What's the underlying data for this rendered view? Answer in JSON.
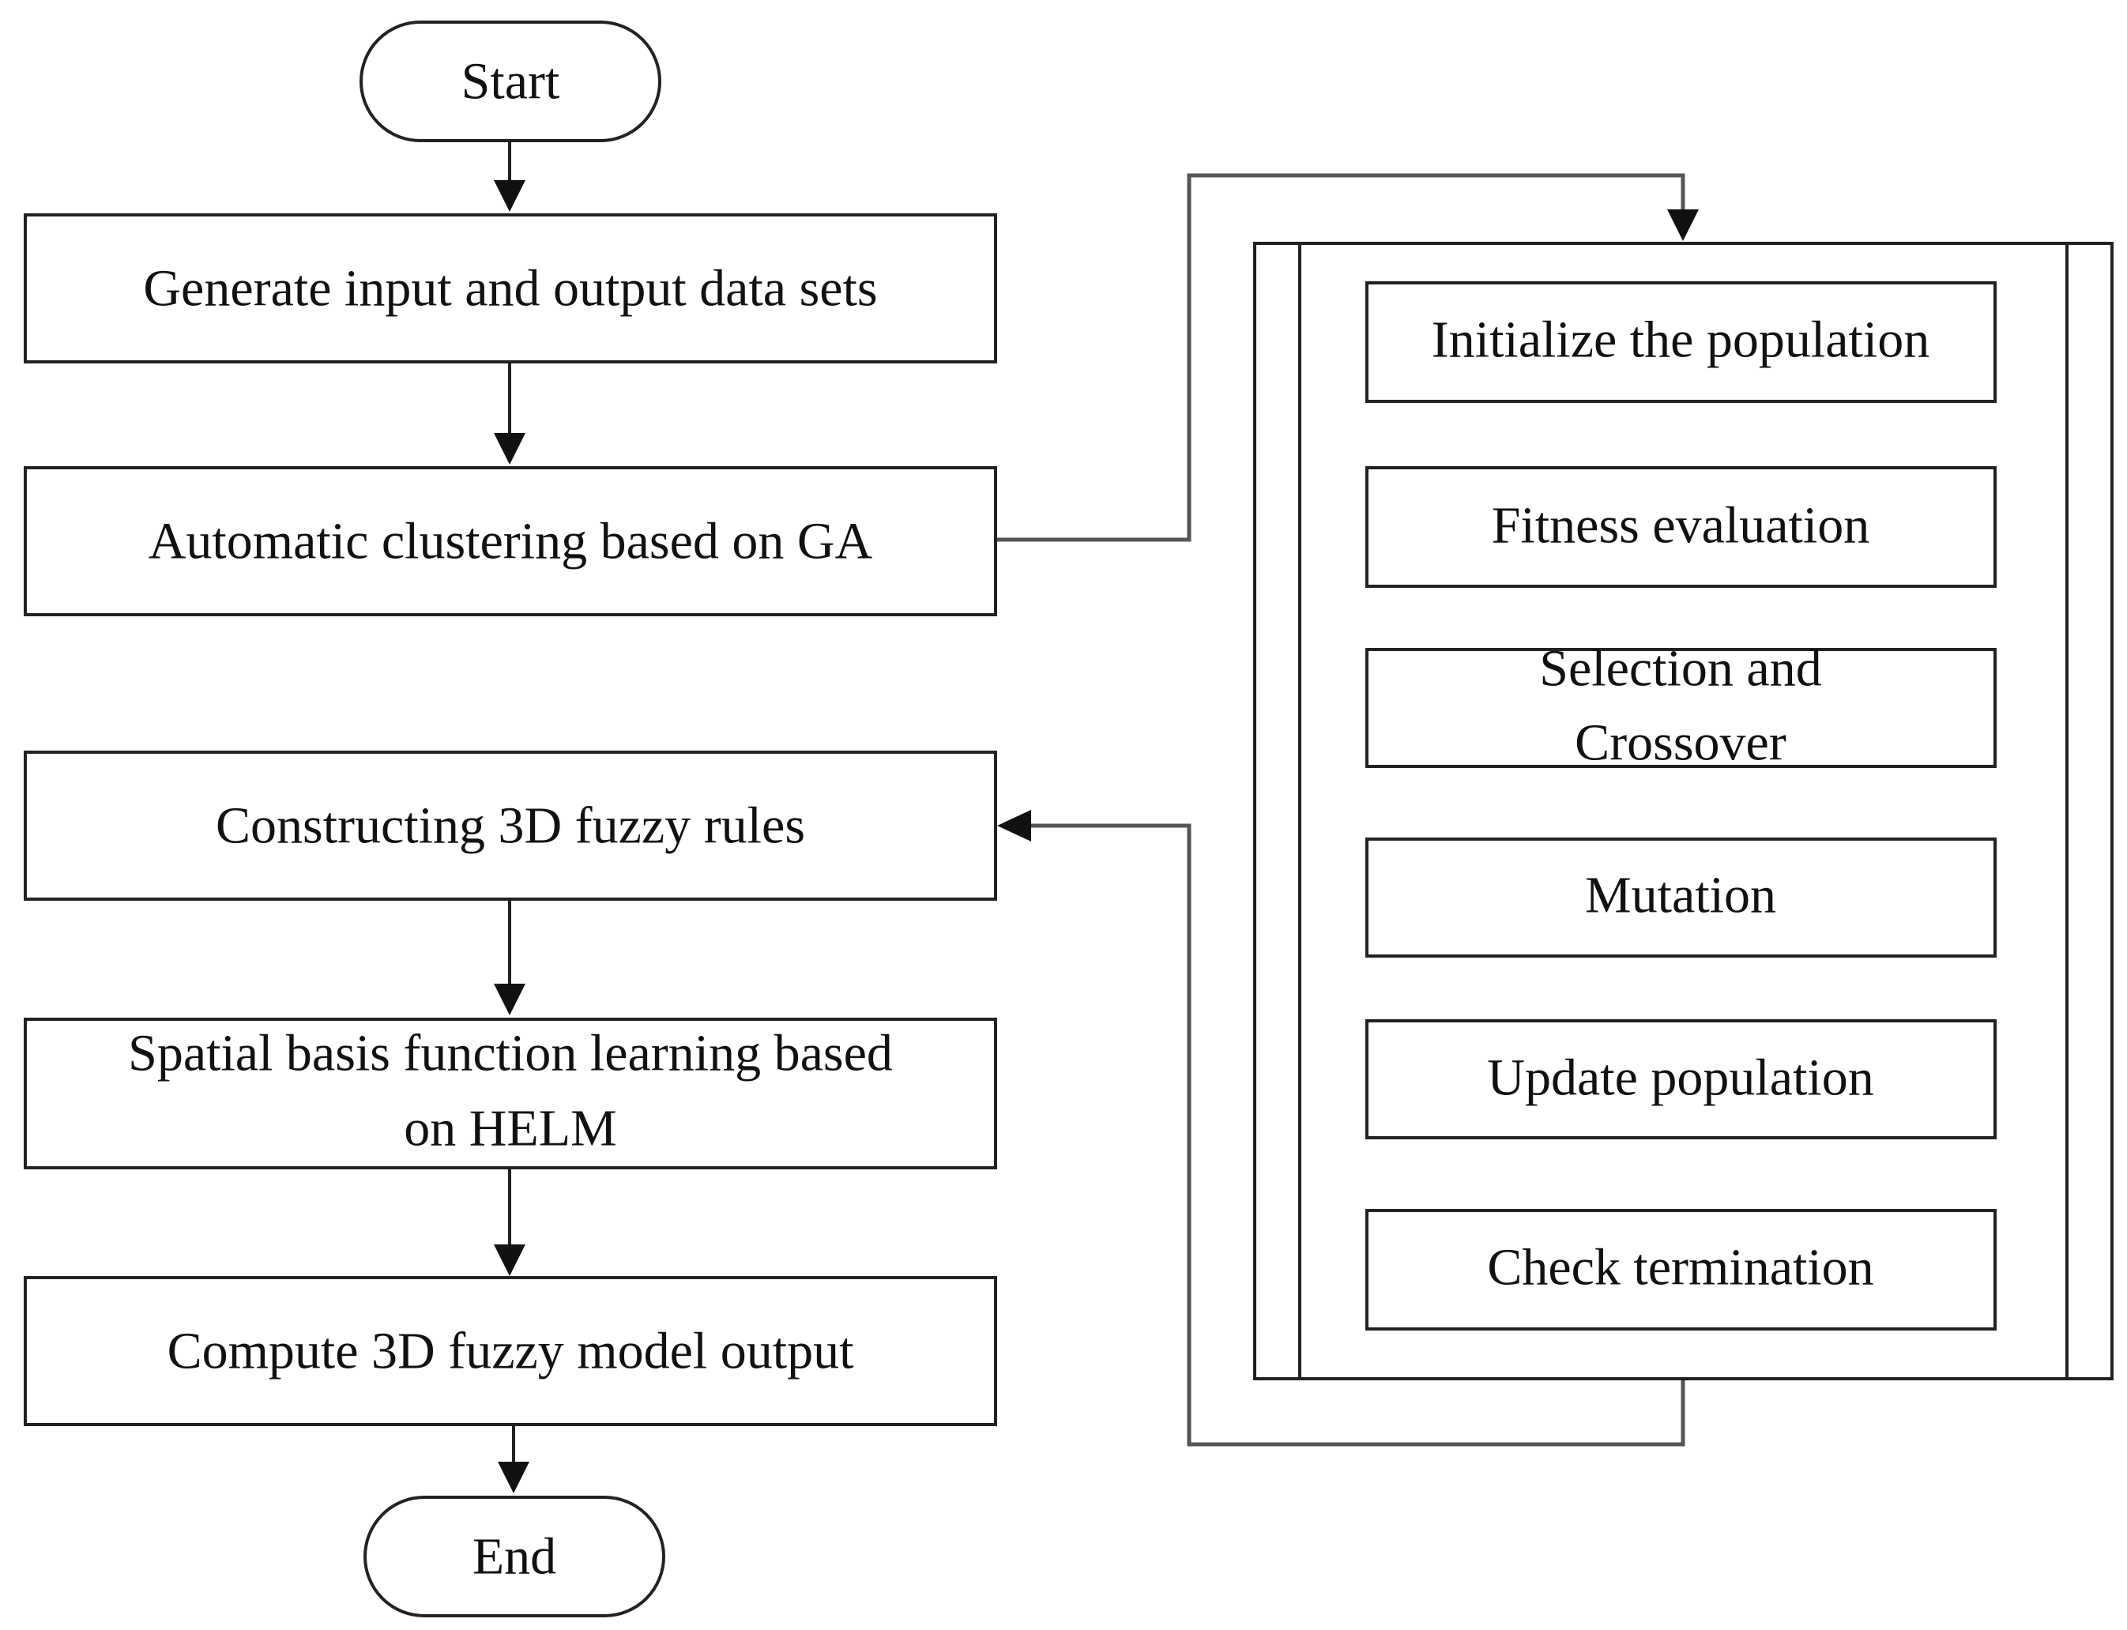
{
  "flowchart": {
    "main": {
      "start": "Start",
      "generate": "Generate input and output data sets",
      "clustering": "Automatic clustering based on GA",
      "rules": "Constructing 3D fuzzy rules",
      "learning_line1": "Spatial basis function learning based",
      "learning_line2": "on HELM",
      "compute": "Compute 3D fuzzy model output",
      "end": "End"
    },
    "ga": {
      "init": "Initialize the population",
      "fitness": "Fitness evaluation",
      "selection_line1": "Selection and",
      "selection_line2": "Crossover",
      "mutation": "Mutation",
      "update": "Update population",
      "check": "Check termination"
    }
  },
  "colors": {
    "stroke": "#222222",
    "connector": "#555555",
    "text": "#111111",
    "background": "#ffffff"
  }
}
